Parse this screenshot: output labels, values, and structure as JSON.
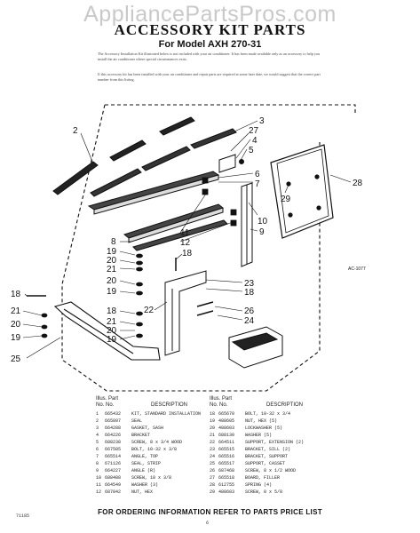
{
  "watermark": "AppliancePartsPros.com",
  "title": "ACCESSORY KIT PARTS",
  "model": "For Model AXH 270-31",
  "intro": {
    "p1": "The Accessory Installation Kit illustrated below is not included with your air conditioner. It has been made available only as an accessory to help you install the air conditioner where special circumstances exist.",
    "p2": "If this accessory kit has been installed with your air conditioner and repair parts are required at some later date, we would suggest that the correct part number from this listing."
  },
  "diagram_code": "AC-1077",
  "callouts": [
    "2",
    "3",
    "27",
    "4",
    "5",
    "6",
    "7",
    "28",
    "29",
    "10",
    "9",
    "11",
    "12",
    "8",
    "19",
    "20",
    "21",
    "18",
    "23",
    "22",
    "26",
    "24",
    "25"
  ],
  "parts_table": {
    "header_illus": "Illus. Part",
    "header_no": "No.    No.",
    "header_desc": "DESCRIPTION",
    "left": [
      {
        "illus": "1",
        "part": "665432",
        "desc": "KIT, STANDARD INSTALLATION"
      },
      {
        "illus": "2",
        "part": "665897",
        "desc": "SEAL"
      },
      {
        "illus": "3",
        "part": "664288",
        "desc": "GASKET, SASH"
      },
      {
        "illus": "4",
        "part": "664226",
        "desc": "BRACKET"
      },
      {
        "illus": "5",
        "part": "688238",
        "desc": "SCREW, 8 x 3/4 WOOD"
      },
      {
        "illus": "6",
        "part": "667505",
        "desc": "BOLT, 10-32 x 3/8"
      },
      {
        "illus": "7",
        "part": "665514",
        "desc": "ANGLE, TOP"
      },
      {
        "illus": "8",
        "part": "671126",
        "desc": "SEAL, STRIP"
      },
      {
        "illus": "9",
        "part": "664227",
        "desc": "ANGLE (R)"
      },
      {
        "illus": "10",
        "part": "688488",
        "desc": "SCREW, 10 x 3/8"
      },
      {
        "illus": "11",
        "part": "664549",
        "desc": "WASHER (3)"
      },
      {
        "illus": "12",
        "part": "687842",
        "desc": "NUT, HEX"
      }
    ],
    "right": [
      {
        "illus": "18",
        "part": "665670",
        "desc": "BOLT, 10-32 x 3/4"
      },
      {
        "illus": "19",
        "part": "488605",
        "desc": "NUT, HEX (5)"
      },
      {
        "illus": "20",
        "part": "488603",
        "desc": "LOCKWASHER (5)"
      },
      {
        "illus": "21",
        "part": "688130",
        "desc": "WASHER (5)"
      },
      {
        "illus": "22",
        "part": "664511",
        "desc": "SUPPORT, EXTENSION (2)"
      },
      {
        "illus": "23",
        "part": "665515",
        "desc": "BRACKET, SILL (2)"
      },
      {
        "illus": "24",
        "part": "665516",
        "desc": "BRACKET, SUPPORT"
      },
      {
        "illus": "25",
        "part": "665517",
        "desc": "SUPPORT, CASSET"
      },
      {
        "illus": "26",
        "part": "687468",
        "desc": "SCREW, 8 x 1/2 WOOD"
      },
      {
        "illus": "27",
        "part": "665518",
        "desc": "BOARD, FILLER"
      },
      {
        "illus": "28",
        "part": "612755",
        "desc": "SPRING (4)"
      },
      {
        "illus": "29",
        "part": "488603",
        "desc": "SCREW, 8 x 5/8"
      }
    ]
  },
  "footer": "FOR ORDERING INFORMATION REFER TO PARTS PRICE LIST",
  "page_num": "71185",
  "page_mark": "6"
}
